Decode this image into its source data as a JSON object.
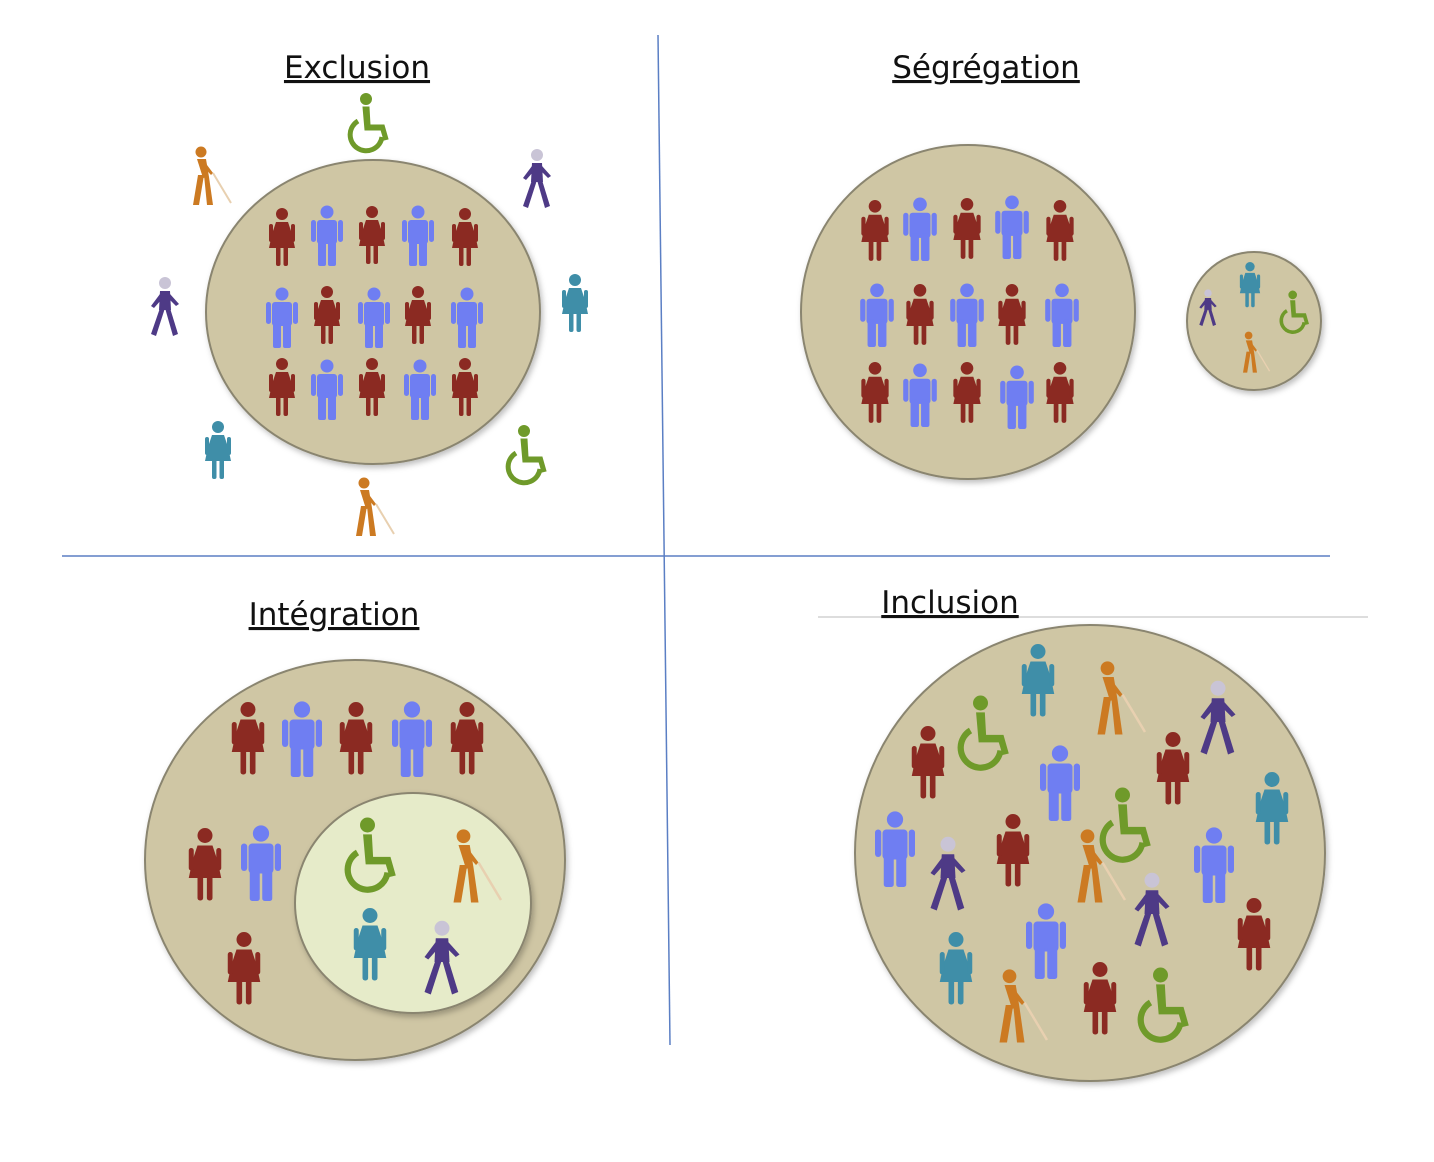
{
  "colors": {
    "background": "#ffffff",
    "divider": "#5b7fc4",
    "circle_fill": "#cfc6a4",
    "circle_stroke": "#8a856f",
    "inner_circle_fill": "#e6ebc9",
    "woman": "#8b2a22",
    "man": "#6f7ef2",
    "wheelchair": "#6f9a2a",
    "blind": "#cc7a22",
    "elderly": "#4e3a86",
    "elderly_head": "#c9c4d6",
    "teal_woman": "#3f8ea8",
    "cane": "#e8d0b0"
  },
  "icons": [
    "woman-icon",
    "man-icon",
    "wheelchair-icon",
    "blind-person-icon",
    "elderly-person-icon",
    "teal-woman-icon"
  ],
  "quadrants": {
    "exclusion": {
      "title": "Exclusion"
    },
    "segregation": {
      "title": "Ségrégation"
    },
    "integration": {
      "title": "Intégration"
    },
    "inclusion": {
      "title": "Inclusion"
    }
  }
}
